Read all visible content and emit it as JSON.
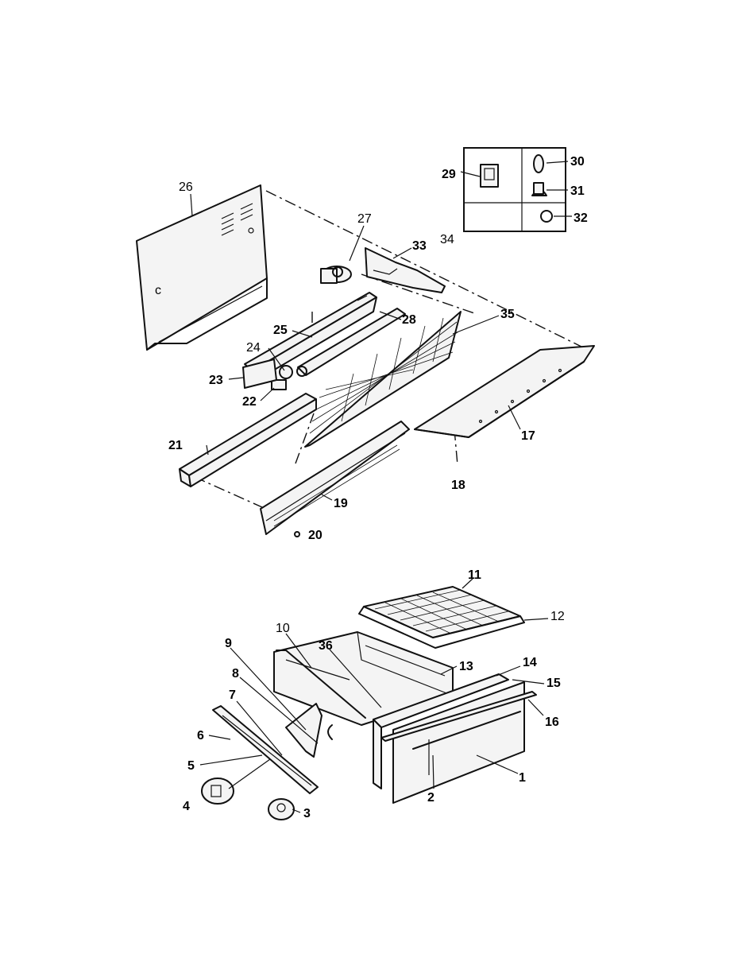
{
  "diagram": {
    "callouts": {
      "c1": "1",
      "c2": "2",
      "c3": "3",
      "c4": "4",
      "c5": "5",
      "c6": "6",
      "c7": "7",
      "c8": "8",
      "c9": "9",
      "c10": "10",
      "c11": "11",
      "c12": "12",
      "c13": "13",
      "c14": "14",
      "c15": "15",
      "c16": "16",
      "c17": "17",
      "c18": "18",
      "c19": "19",
      "c20": "20",
      "c21": "21",
      "c22": "22",
      "c23": "23",
      "c24": "24",
      "c25": "25",
      "c26": "26",
      "c27": "27",
      "c28": "28",
      "c29": "29",
      "c30": "30",
      "c31": "31",
      "c32": "32",
      "c33": "33",
      "c34": "34",
      "c35": "35",
      "c36": "36"
    }
  }
}
